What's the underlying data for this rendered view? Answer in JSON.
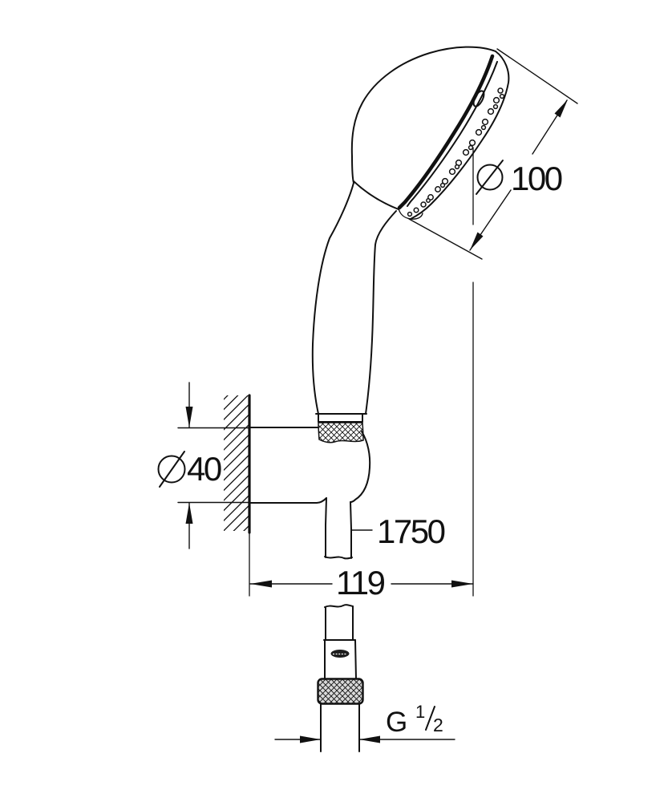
{
  "labels": {
    "head_diameter": {
      "symbol": "Ø",
      "value": "100",
      "full": "Ø 100"
    },
    "bracket_diameter": {
      "symbol": "Ø",
      "value": "40",
      "full": "Ø40"
    },
    "hose_length": {
      "value": "1750",
      "full": "1750"
    },
    "bracket_offset": {
      "value": "119",
      "full": "119"
    },
    "thread": {
      "letter": "G",
      "numerator": "1",
      "denominator": "2",
      "full": "G 1/2"
    }
  },
  "colors": {
    "background": "#ffffff",
    "line": "#111111",
    "nut_fill": "#d9d9d9"
  }
}
